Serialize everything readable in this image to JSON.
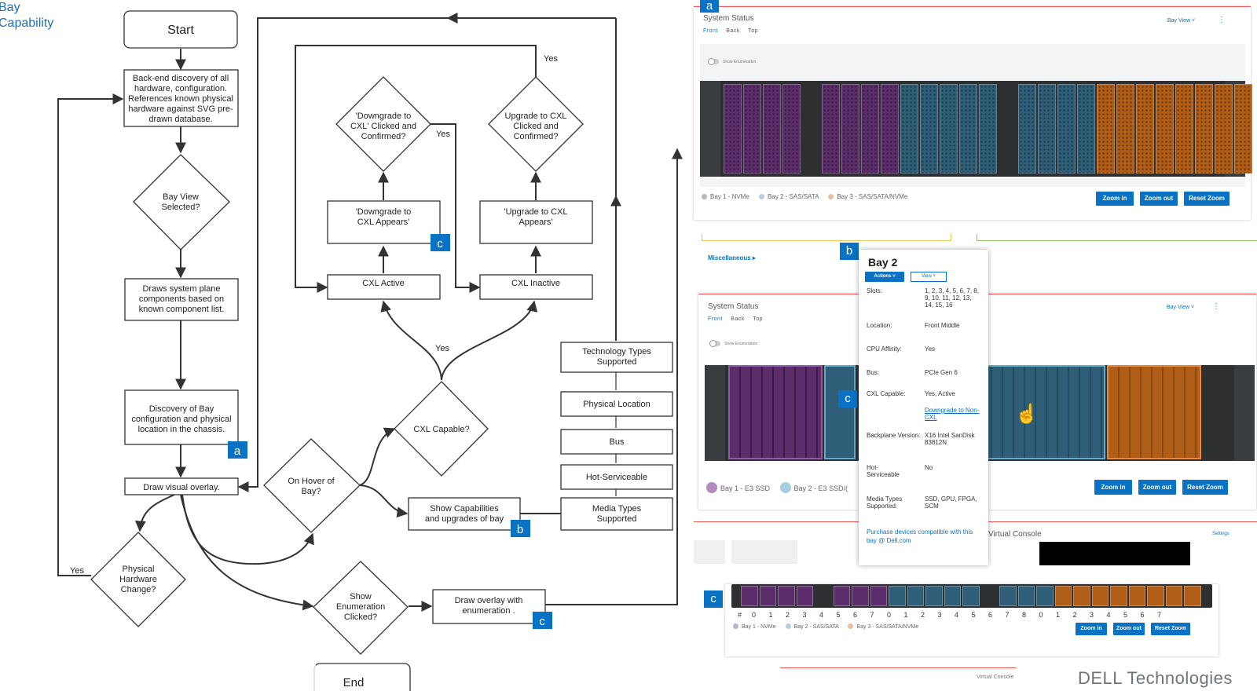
{
  "corner_title": [
    "Bay",
    "Capability"
  ],
  "flow": {
    "start": "Start",
    "discovery": [
      "Back-end discovery of all",
      "hardware, configuration.",
      "References known physical",
      "hardware against SVG pre-",
      "drawn database."
    ],
    "bay_view_q": [
      "Bay View",
      "Selected?"
    ],
    "draws_plane": [
      "Draws system plane",
      "components based on",
      "known component list."
    ],
    "discovery_bay": [
      "Discovery of Bay",
      "configuration and physical",
      "location in the chassis."
    ],
    "draw_overlay": "Draw visual overlay.",
    "phys_change_q": [
      "Physical",
      "Hardware",
      "Change?"
    ],
    "yes_left": "Yes",
    "on_hover_q": [
      "On Hover of",
      "Bay?"
    ],
    "cxl_capable_q": "CXL Capable?",
    "yes_mid": "Yes",
    "cxl_active": "CXL Active",
    "cxl_inactive": "CXL Inactive",
    "downgrade_appears": [
      "'Downgrade to",
      "CXL Appears'"
    ],
    "upgrade_appears": [
      "'Upgrade to CXL",
      "Appears'"
    ],
    "downgrade_q": [
      "'Downgrade to",
      "CXL' Clicked and",
      "Confirmed?"
    ],
    "upgrade_q": [
      "Upgrade to CXL",
      "Clicked and",
      "Confirmed?"
    ],
    "yes_down": "Yes",
    "yes_up": "Yes",
    "show_caps": [
      "Show Capabilities",
      "and upgrades of bay"
    ],
    "tech_types": [
      "Technology Types",
      "Supported"
    ],
    "phys_loc": "Physical Location",
    "bus": "Bus",
    "hot_serv": "Hot-Serviceable",
    "media_types": [
      "Media Types",
      "Supported"
    ],
    "show_enum_q": [
      "Show",
      "Enumeration",
      "Clicked?"
    ],
    "draw_enum": [
      "Draw overlay with",
      "enumeration ."
    ],
    "end": "End"
  },
  "tags": {
    "a": "a",
    "b": "b",
    "c": "c"
  },
  "panel_a": {
    "title": "System Status",
    "tabs": [
      "Front",
      "Back",
      "Top"
    ],
    "bay_view": "Bay View ˅",
    "kebab": "⋮",
    "toggle_label": "Show Enumeration",
    "legend": [
      "Bay 1 - NVMe",
      "Bay 2 - SAS/SATA",
      "Bay 3 - SAS/SATA/NVMe"
    ],
    "buttons": [
      "Zoom in",
      "Zoom out",
      "Reset Zoom"
    ]
  },
  "panel_b": {
    "misc": "Miscellaneous ▸",
    "title": "System Status",
    "tabs": [
      "Front",
      "Back",
      "Top"
    ],
    "bay_view": "Bay View ˅",
    "kebab": "⋮",
    "toggle_label": "Show Enumeration",
    "legend": [
      "Bay 1 - E3 SSD",
      "Bay 2 - E3 SSD/("
    ],
    "buttons": [
      "Zoom in",
      "Zoom out",
      "Reset Zoom"
    ],
    "virtual_console": "Virtual Console",
    "settings": "Settings",
    "popup": {
      "title": "Bay 2",
      "actions": "Actions ˅",
      "view": "View ˅",
      "rows": [
        {
          "k": "Slots:",
          "v": "1, 2, 3, 4, 5, 6, 7, 8, 9, 10, 11, 12, 13, 14, 15, 16"
        },
        {
          "k": "Location:",
          "v": "Front Middle"
        },
        {
          "k": "CPU Affinity:",
          "v": "Yes"
        },
        {
          "k": "Bus:",
          "v": "PCIe Gen 6"
        },
        {
          "k": "CXL Capable:",
          "v": "Yes, Active"
        },
        {
          "k": "",
          "v": "Downgrade to Non-CXL"
        },
        {
          "k": "Backplane Version:",
          "v": "X16 Intel SanDisk 83812N"
        },
        {
          "k": "Hot-Serviceable",
          "v": "No"
        },
        {
          "k": "Media Types Supported:",
          "v": "SSD, GPU, FPGA, SCM"
        }
      ],
      "purchase": "Purchase devices compatible with this bay @ Dell.com"
    }
  },
  "panel_c": {
    "hash": "#",
    "numbers": [
      "0",
      "1",
      "2",
      "3",
      "4",
      "5",
      "6",
      "7",
      "0",
      "1",
      "2",
      "3",
      "4",
      "5",
      "6",
      "7",
      "8",
      "0",
      "1",
      "2",
      "3",
      "4",
      "5",
      "6",
      "7"
    ],
    "legend": [
      "Bay 1 - NVMe",
      "Bay 2 - SAS/SATA",
      "Bay 3 - SAS/SATA/NVMe"
    ],
    "buttons": [
      "Zoom in",
      "Zoom out",
      "Reset Zoom"
    ],
    "virtual_console": "Virtual Console"
  },
  "logo": "DELL Technologies",
  "colors": {
    "accent": "#0a72c4",
    "bay1": "#5b2d6b",
    "bay2": "#2f5f78",
    "bay3": "#b05e17"
  }
}
